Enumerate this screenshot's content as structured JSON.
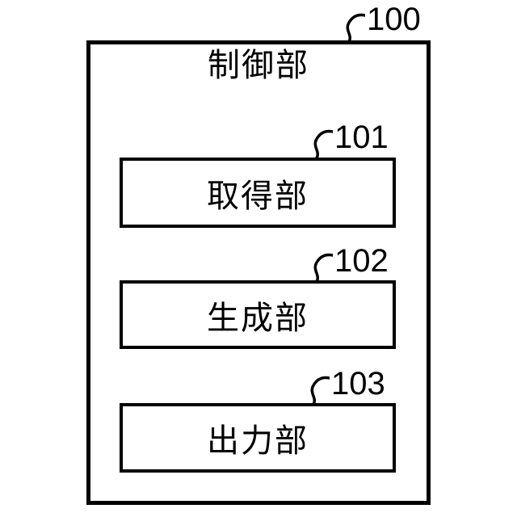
{
  "figure": {
    "background_color": "#ffffff",
    "line_color": "#000000",
    "outer_box": {
      "label": "制御部",
      "ref": "100"
    },
    "blocks": [
      {
        "label": "取得部",
        "ref": "101"
      },
      {
        "label": "生成部",
        "ref": "102"
      },
      {
        "label": "出力部",
        "ref": "103"
      }
    ]
  }
}
